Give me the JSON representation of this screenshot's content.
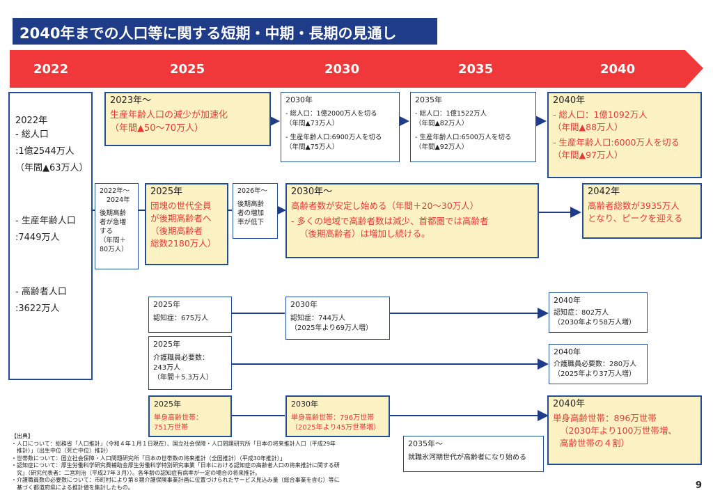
{
  "title": "2040年までの人口等に関する短期・中期・長期の見通し",
  "timeline": {
    "years": [
      "2022",
      "2025",
      "2030",
      "2035",
      "2040"
    ],
    "color": "#f0383a"
  },
  "colors": {
    "navy": "#1f3c88",
    "border": "#1f4e96",
    "yellow": "#fdf2c4",
    "red": "#e53935"
  },
  "left_box": {
    "year": "2022年",
    "total_label": "- 総人口",
    "total_value": ":1億2544万人",
    "total_change": "（年間▲63万人）",
    "working_label": "- 生産年齢人口",
    "working_value": ":7449万人",
    "elderly_label": "- 高齢者人口",
    "elderly_value": ":3622万人"
  },
  "row1": {
    "b2023": {
      "head": "2023年～",
      "line1": "生産年齢人口の減少が加速化",
      "line2": "（年間▲50～70万人）"
    },
    "b2030": {
      "head": "2030年",
      "a1": "- 総人口：1億2000万人を切る",
      "a2": "（年間▲73万人）",
      "b1": "- 生産年齢人口:6900万人を切る",
      "b2": "（年間▲75万人）"
    },
    "b2035": {
      "head": "2035年",
      "a1": "- 総人口：1億1522万人",
      "a2": "（年間▲82万人）",
      "b1": "- 生産年齢人口:6500万人を切る",
      "b2": "（年間▲92万人）"
    },
    "b2040": {
      "head": "2040年",
      "a1": "- 総人口：1億1092万人",
      "a2": "（年間▲88万人）",
      "b1": "- 生産年齢人口:6000万人を切る",
      "b2": "（年間▲97万人）"
    }
  },
  "row2": {
    "b2022_24": {
      "l1": "2022年～",
      "l2": "2024年",
      "l3": "後期高齢",
      "l4": "者が急増",
      "l5": "する",
      "l6": "（年間＋",
      "l7": "80万人）"
    },
    "b2025": {
      "head": "2025年",
      "l1": "団塊の世代全員",
      "l2": "が後期高齢者へ",
      "l3": "（後期高齢者",
      "l4": "総数2180万人）"
    },
    "b2026": {
      "l1": "2026年～",
      "l2": "後期高齢",
      "l3": "者の増加",
      "l4": "率が低下"
    },
    "b2030": {
      "head": "2030年～",
      "l1": "高齢者数が安定し始める（年間＋20～30万人）",
      "l2": "- 多くの地域で高齢者数は減少、首都圏では高齢者",
      "l3": "（後期高齢者）は増加し続ける。"
    },
    "b2042": {
      "head": "2042年",
      "l1": "高齢者総数が3935万人",
      "l2": "となり、ピークを迎える"
    }
  },
  "row3": {
    "b2025": {
      "head": "2025年",
      "l1": "認知症：675万人"
    },
    "b2030": {
      "head": "2030年",
      "l1": "認知症：744万人",
      "l2": "（2025年より69万人増）"
    },
    "b2040": {
      "head": "2040年",
      "l1": "認知症：802万人",
      "l2": "（2030年より58万人増）"
    }
  },
  "row4": {
    "b2025": {
      "head": "2025年",
      "l1": "介護職員必要数：",
      "l2": "243万人",
      "l3": "（年間＋5.3万人）"
    },
    "b2040": {
      "head": "2040年",
      "l1": "介護職員必要数：280万人",
      "l2": "（2025年より37万人増）"
    }
  },
  "row5": {
    "b2025": {
      "head": "2025年",
      "l1": "単身高齢世帯：",
      "l2": "751万世帯"
    },
    "b2030": {
      "head": "2030年",
      "l1": "単身高齢世帯：796万世帯",
      "l2": "（2025年より45万世帯増）"
    },
    "b2035": {
      "head": "2035年～",
      "l1": "就職氷河期世代が高齢者になり始める"
    },
    "b2040": {
      "head": "2040年",
      "l1": "単身高齢世帯：896万世帯",
      "l2": "（2030年より100万世帯増、",
      "l3": "高齢世帯の４割）"
    }
  },
  "sources": {
    "head": "【出典】",
    "s1": "・人口について：総務省「人口推計」（令和４年１月１日現在）、国立社会保障・人口問題研究所「日本の将来推計人口（平成29年",
    "s1b": "推計）」（出生中位（死亡中位）推計）",
    "s2": "・世帯数について：国立社会保障・人口問題研究所「日本の世帯数の将来推計（全国推計）（平成30年推計）」",
    "s3": "・認知症について：厚生労働科学研究費補助金厚生労働科学特別研究事業「日本における認知症の高齢者人口の将来推計に関する研",
    "s3b": "究」（研究代表者：二宮利治（平成27年３月））。各年齢の認知症有病率が一定の場合の将来推計。",
    "s4": "・介護職員数の必要数について：市町村により第８期介護保険事業計画に位置づけられたサービス見込み量（総合事業を含む）等に",
    "s4b": "基づく都道府県による推計値を集計したもの。"
  },
  "page_number": "9"
}
